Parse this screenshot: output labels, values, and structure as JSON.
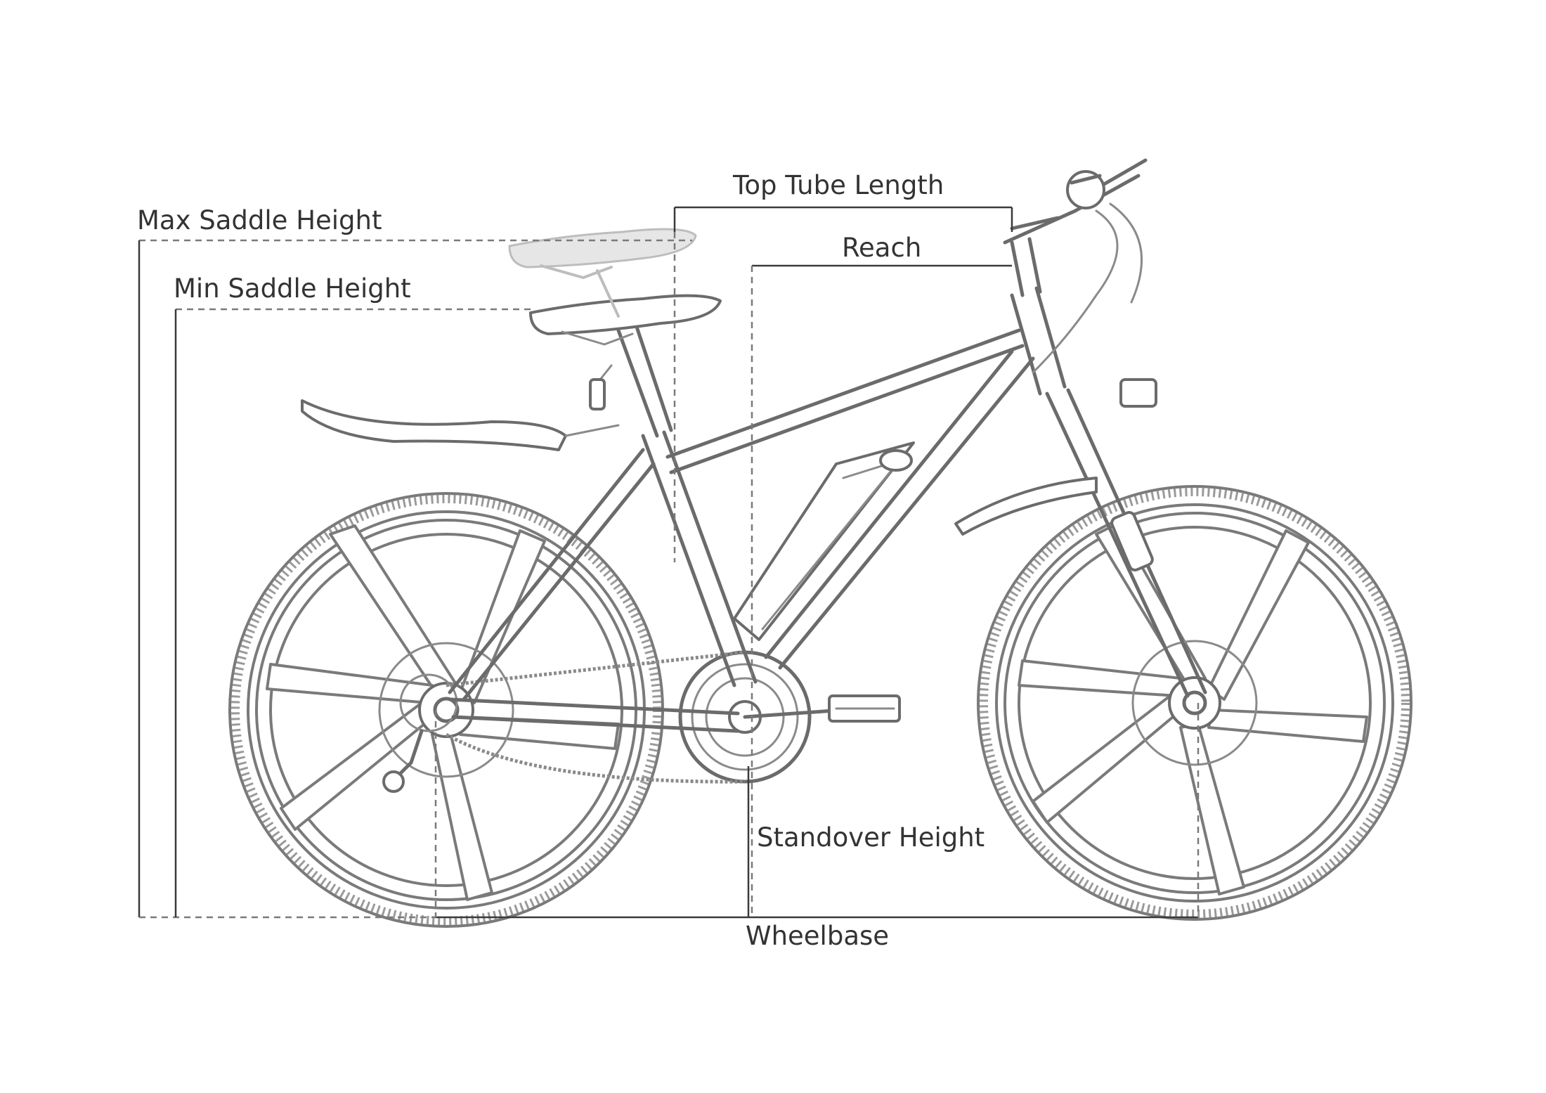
{
  "diagram": {
    "labels": {
      "max_saddle_height": "Max Saddle Height",
      "min_saddle_height": "Min Saddle Height",
      "top_tube_length": "Top Tube Length",
      "reach": "Reach",
      "standover_height": "Standover Height",
      "wheelbase": "Wheelbase"
    },
    "colors": {
      "frame_stroke": "#6b6b6b",
      "dimension_line": "#3a3a3a",
      "label_text": "#333333",
      "ghost_saddle": "#bdbdbd",
      "background": "#ffffff"
    }
  }
}
